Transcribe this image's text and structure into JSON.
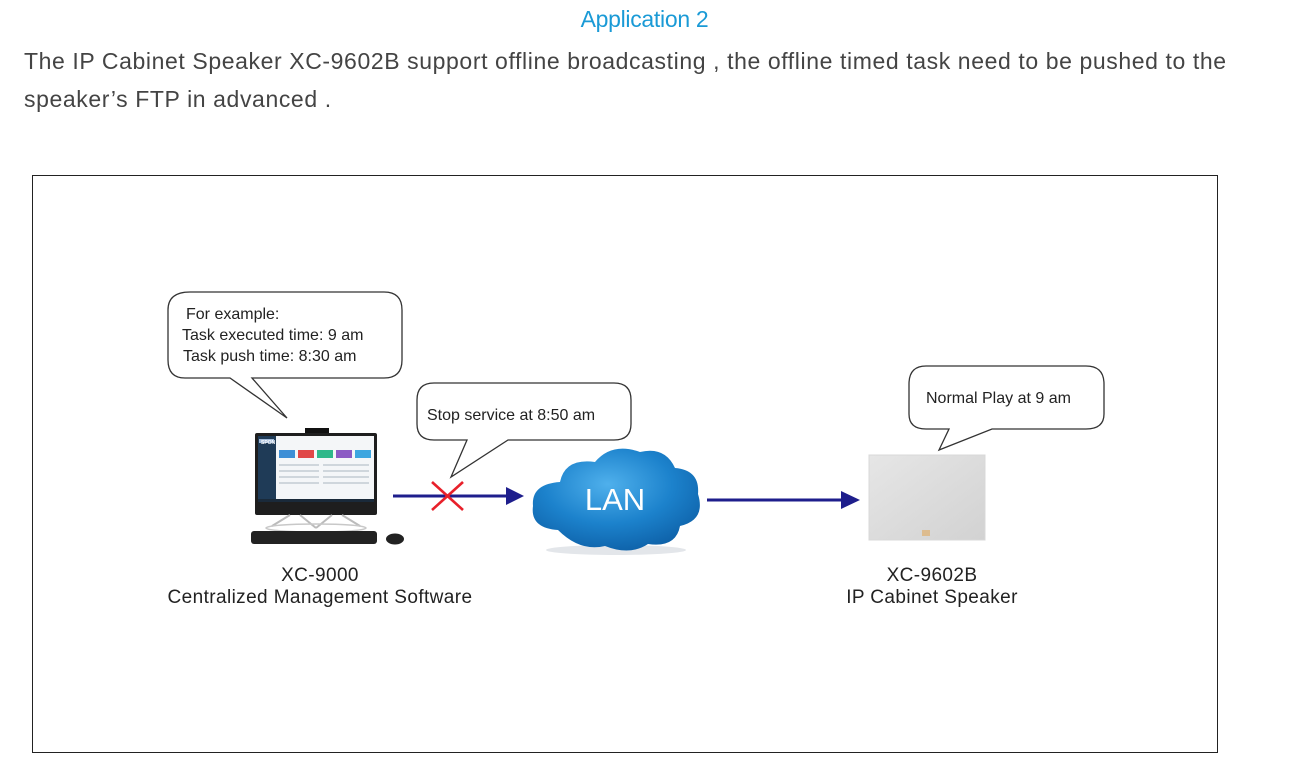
{
  "heading": {
    "title": "Application 2",
    "description": "The IP Cabinet Speaker XC-9602B support offline broadcasting , the offline timed task need to be pushed to the speaker’s FTP in advanced ."
  },
  "diagram": {
    "example_bubble": {
      "line1": "For example:",
      "line2": "Task executed time: 9 am",
      "line3": "Task push time: 8:30 am"
    },
    "stop_bubble": {
      "text": "Stop service at 8:50 am"
    },
    "play_bubble": {
      "text": "Normal Play at 9 am"
    },
    "network": {
      "label": "LAN"
    },
    "computer": {
      "model": "XC-9000",
      "name": "Centralized Management Software",
      "screen_brand": "SPON"
    },
    "speaker": {
      "model": "XC-9602B",
      "name": "IP Cabinet Speaker"
    },
    "connections": [
      {
        "from": "computer",
        "to": "network",
        "status": "broken"
      },
      {
        "from": "network",
        "to": "speaker",
        "status": "active"
      }
    ],
    "colors": {
      "title": "#1a9ad6",
      "arrow": "#1e1e8c",
      "cross": "#e8202a",
      "cloud": "#1a7cc4"
    }
  }
}
